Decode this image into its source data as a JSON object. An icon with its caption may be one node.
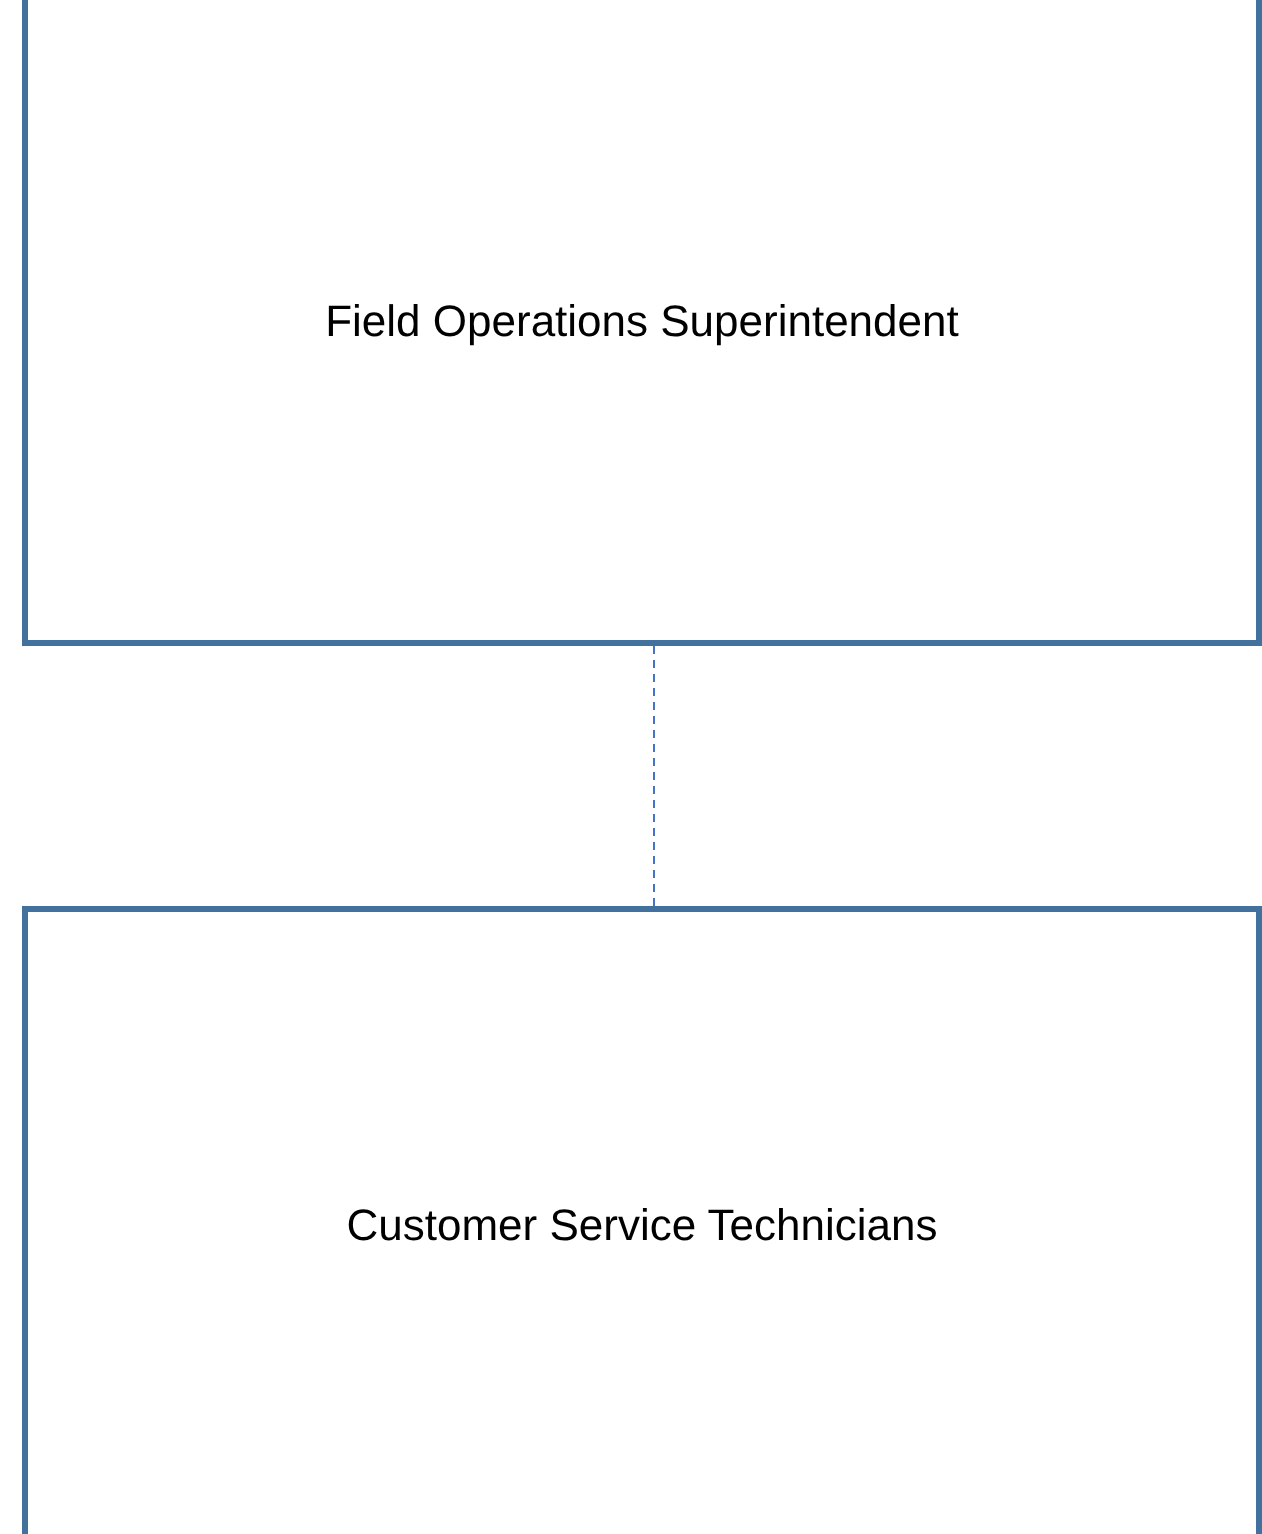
{
  "diagram": {
    "nodes": [
      {
        "text": [
          "Field Operations Superintendent"
        ]
      },
      {
        "text": [
          "Customer Service Technicians"
        ]
      }
    ],
    "edges": [
      {
        "from": 0,
        "to": 1,
        "arrow": "none",
        "style": "dashed"
      }
    ]
  }
}
